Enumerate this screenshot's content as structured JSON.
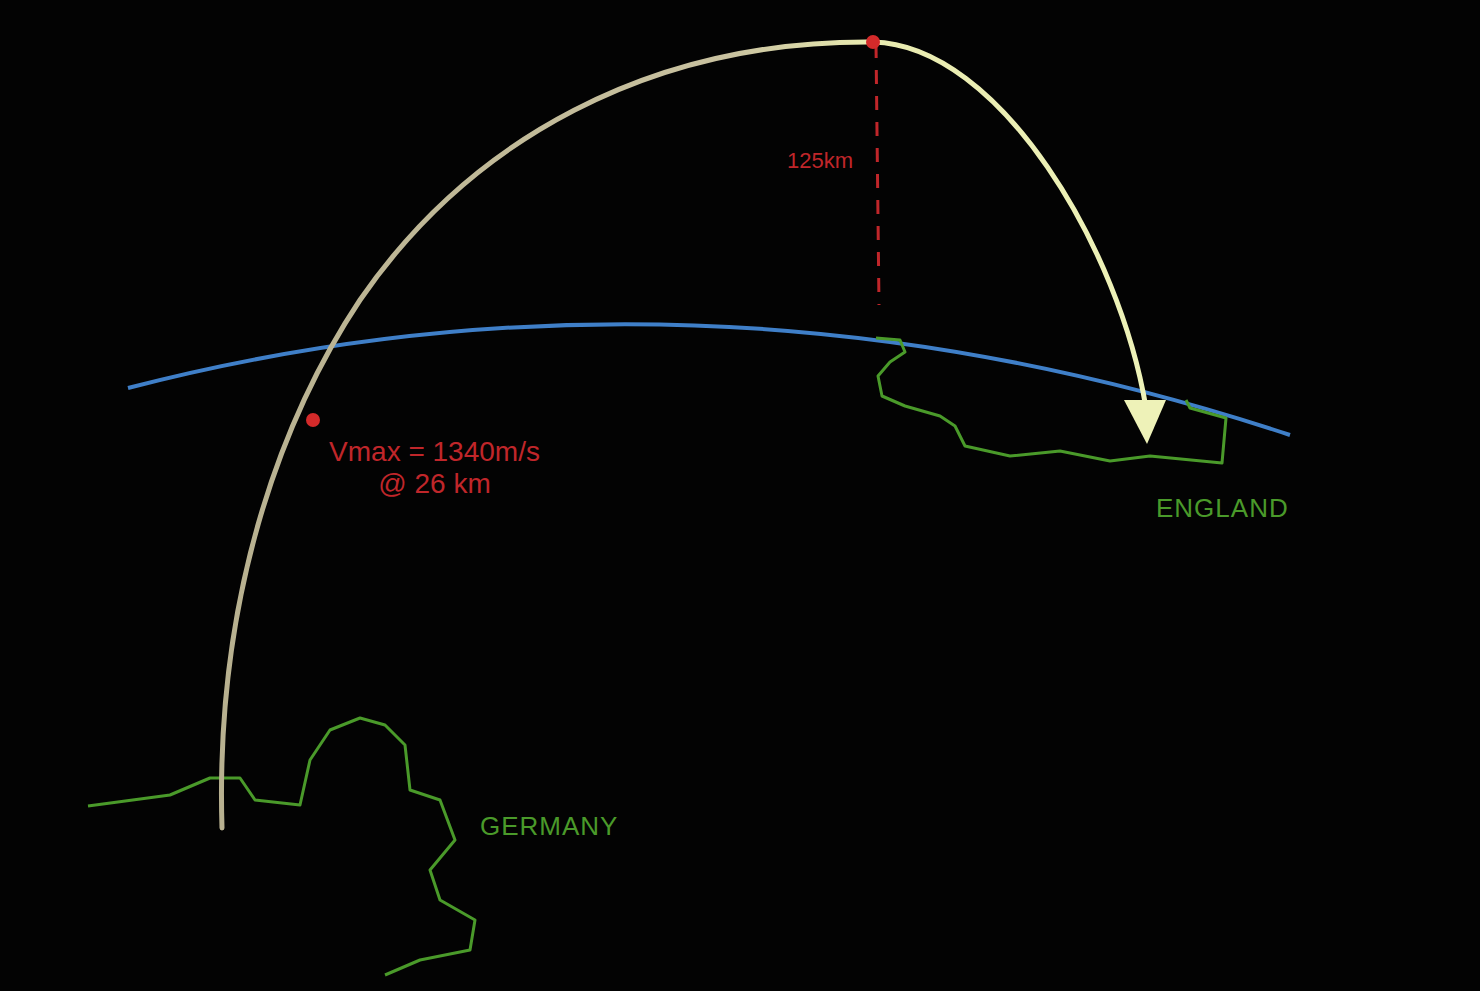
{
  "diagram": {
    "labels": [
      "125km",
      "Vmax = 1340m/s @ 26 km",
      "ENGLAND",
      "GERMANY"
    ]
  }
}
